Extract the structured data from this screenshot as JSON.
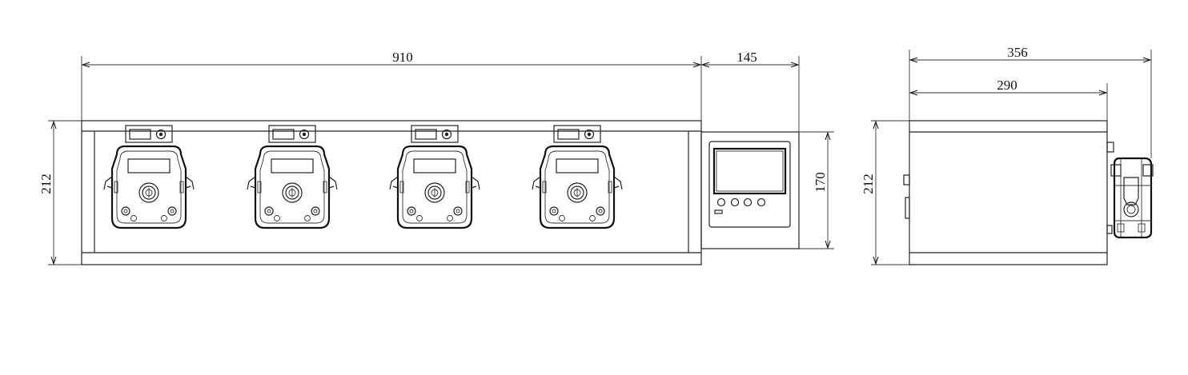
{
  "dimensions": {
    "front_width": "910",
    "controller_width": "145",
    "front_height": "212",
    "controller_height": "170",
    "side_depth_total": "356",
    "side_depth_body": "290",
    "side_height": "212"
  },
  "pump_heads": [
    "pump-head-1",
    "pump-head-2",
    "pump-head-3",
    "pump-head-4"
  ],
  "colors": {
    "line": "#222222",
    "background": "#ffffff"
  }
}
